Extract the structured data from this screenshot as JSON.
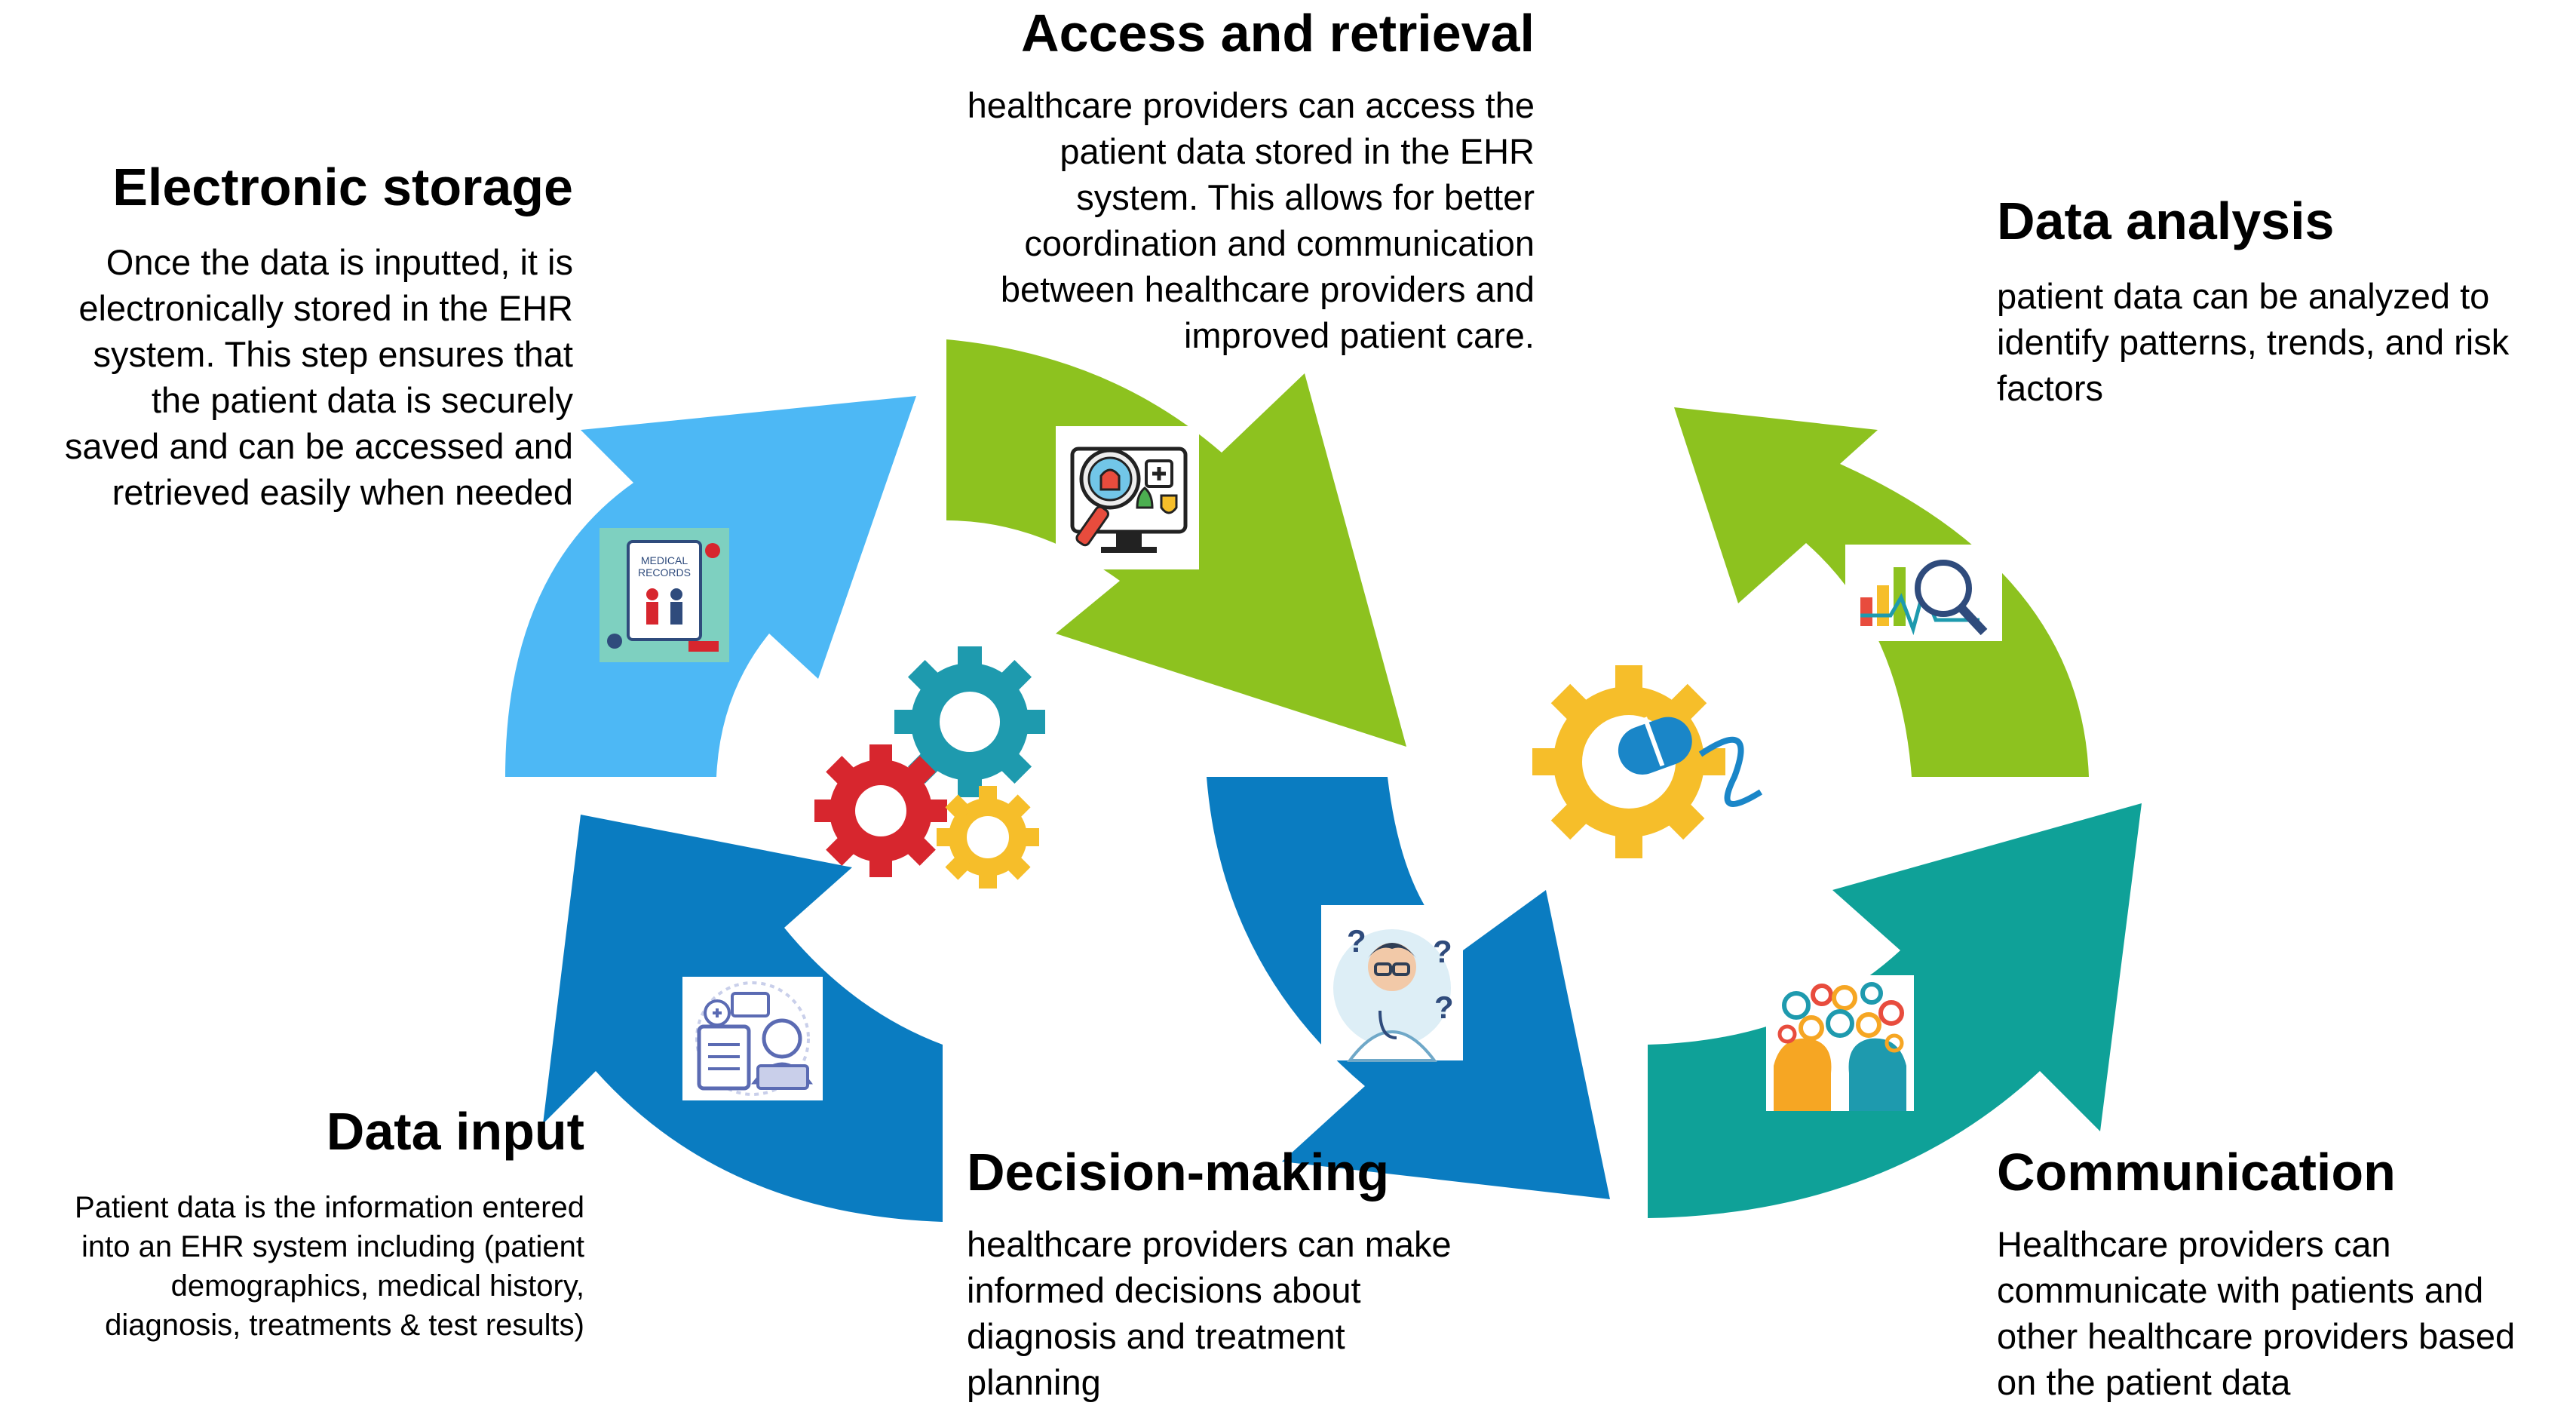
{
  "steps": [
    {
      "id": "electronic_storage",
      "title": "Electronic storage",
      "lines": [
        "Once the data is inputted, it is",
        "electronically stored in the EHR",
        "system. This step ensures that",
        "the patient data is securely",
        "saved and can be accessed and",
        "retrieved easily when needed"
      ],
      "arrow_color": "#4DB8F5",
      "icon": "medical-records-icon",
      "icon_text": [
        "MEDICAL",
        "RECORDS"
      ]
    },
    {
      "id": "access_retrieval",
      "title": "Access and retrieval",
      "lines": [
        "healthcare providers can access the",
        "patient data stored in the EHR",
        "system. This allows for better",
        "coordination and communication",
        "between healthcare providers and",
        "improved patient care."
      ],
      "arrow_color": "#8DC21F",
      "icon": "monitor-search-icon"
    },
    {
      "id": "data_analysis",
      "title": "Data analysis",
      "lines": [
        "patient data can be analyzed to",
        "identify patterns, trends, and risk",
        "factors"
      ],
      "arrow_color": "#8DC21F",
      "icon": "chart-magnifier-icon"
    },
    {
      "id": "data_input",
      "title": "Data input",
      "lines": [
        "Patient data is the information entered",
        "into an EHR system including (patient",
        "demographics, medical history,",
        "diagnosis, treatments & test results)"
      ],
      "arrow_color": "#0A7CC1",
      "icon": "doctor-laptop-icon"
    },
    {
      "id": "decision_making",
      "title": "Decision-making",
      "lines": [
        "healthcare providers can make",
        "informed decisions about",
        "diagnosis and treatment",
        "planning"
      ],
      "arrow_color": "#0A7CC1",
      "icon": "doctor-question-icon"
    },
    {
      "id": "communication",
      "title": "Communication",
      "lines": [
        "Healthcare providers can",
        "communicate with patients and",
        "other healthcare providers based",
        "on the patient data"
      ],
      "arrow_color": "#0FA198",
      "icon": "gear-heads-icon"
    }
  ],
  "center_icons": [
    "gears-cluster-icon",
    "gear-mouse-icon"
  ],
  "colors": {
    "light_blue": "#4DB8F5",
    "green": "#8DC21F",
    "dark_blue": "#0A7CC1",
    "teal": "#0FA198",
    "gear_red": "#D7262E",
    "gear_teal": "#1E9AAE",
    "gear_yellow": "#F6BE2A"
  }
}
